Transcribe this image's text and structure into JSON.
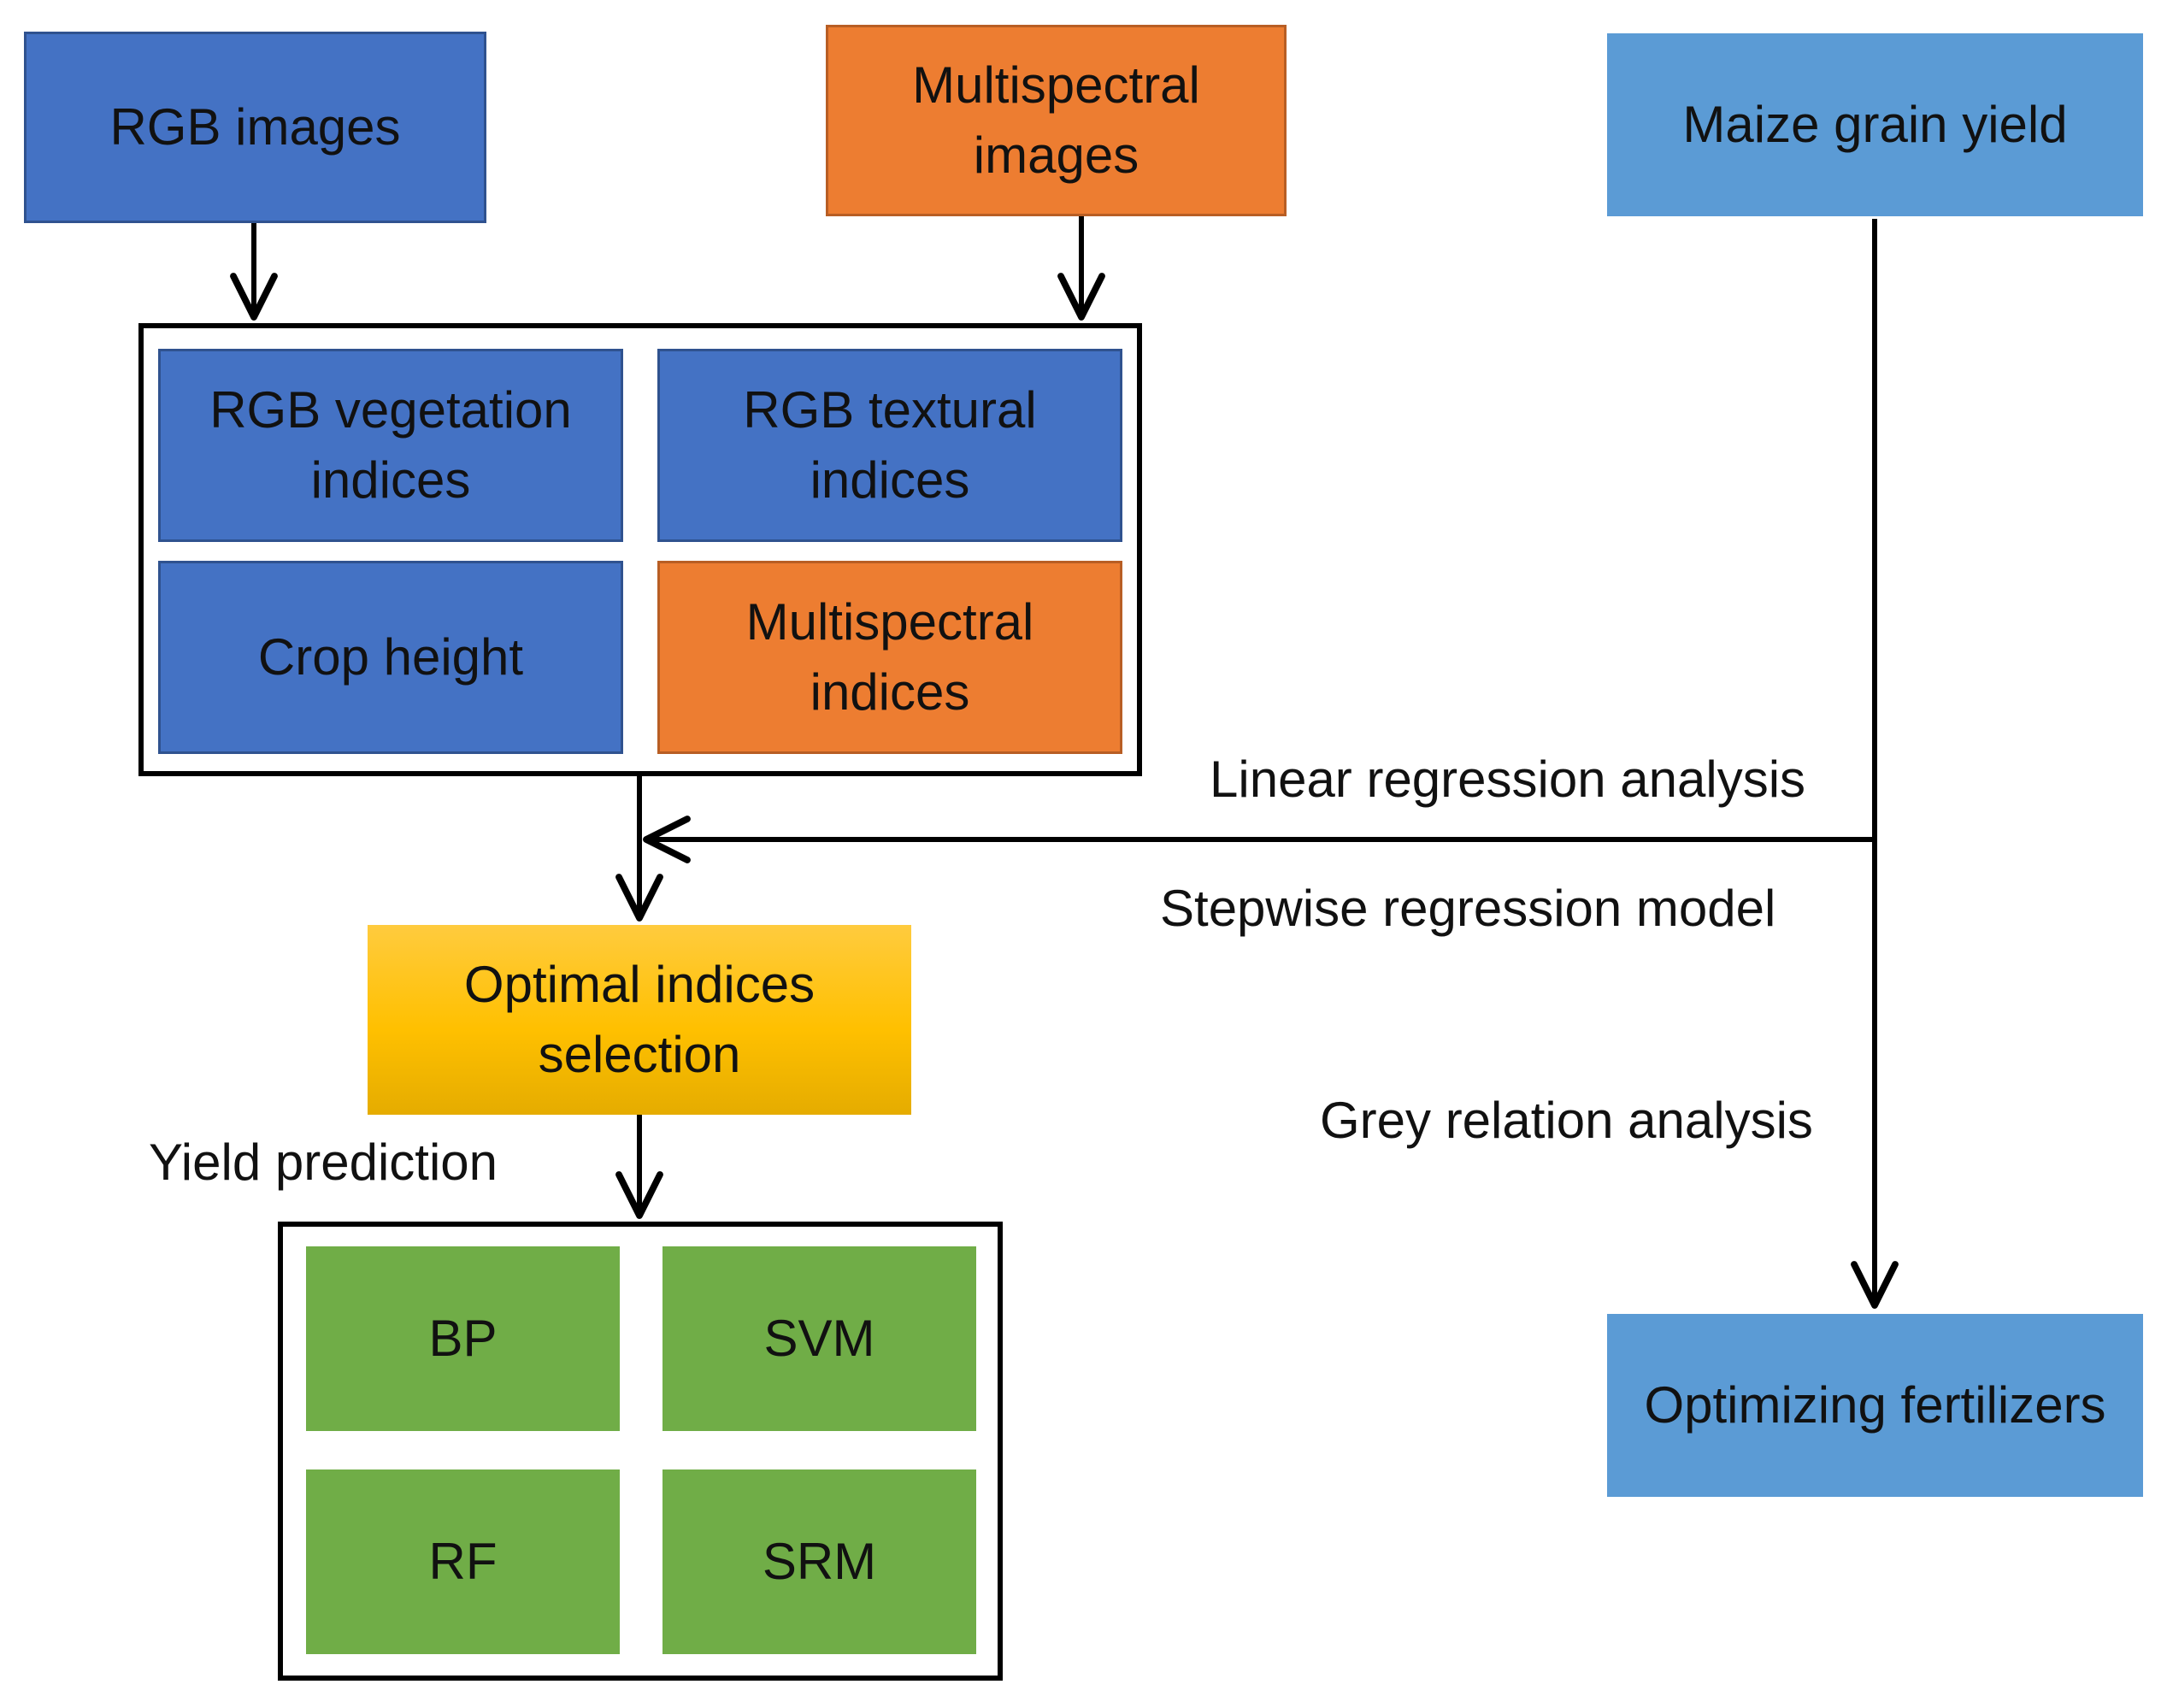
{
  "inputs": {
    "rgb_images": "RGB images",
    "multispectral_images": "Multispectral\nimages",
    "maize_grain_yield": "Maize grain yield"
  },
  "indices": {
    "rgb_vegetation": "RGB vegetation\nindices",
    "rgb_textural": "RGB textural\nindices",
    "crop_height": "Crop height",
    "multispectral": "Multispectral\nindices"
  },
  "selection": "Optimal indices\nselection",
  "models": {
    "bp": "BP",
    "svm": "SVM",
    "rf": "RF",
    "srm": "SRM"
  },
  "output": "Optimizing fertilizers",
  "labels": {
    "linear_regression": "Linear regression analysis",
    "stepwise_regression": "Stepwise regression model",
    "grey_relation": "Grey relation analysis",
    "yield_prediction": "Yield prediction"
  },
  "colors": {
    "rgb": "#4472C4",
    "multispectral": "#ED7D31",
    "yield": "#5B9BD5",
    "selection": "#FFC000",
    "models": "#70AD47"
  }
}
